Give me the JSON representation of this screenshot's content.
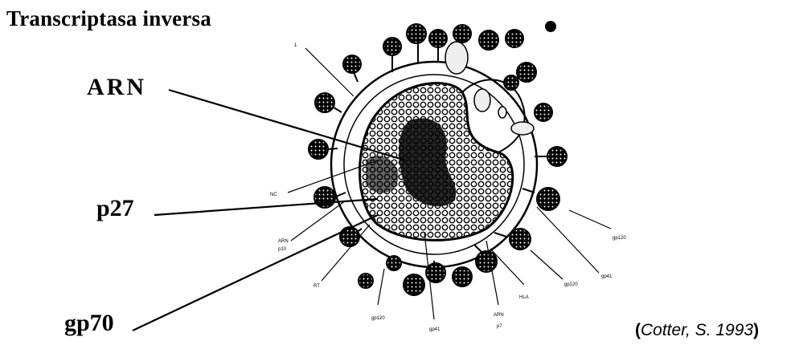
{
  "title": "Transcriptasa inversa",
  "labels": {
    "arn": "ARN",
    "p27": "p27",
    "gp70": "gp70"
  },
  "citation": {
    "open": "(",
    "reference": "Cotter, S. 1993",
    "close": ")"
  },
  "inner_labels": {
    "one": "1",
    "nc": "NC",
    "arn": "ARN",
    "p10": "p10",
    "rt": "RT",
    "gp120_left": "gp120",
    "gp41_bottom": "gp41",
    "arn_bottom": "ARN",
    "p7": "p7",
    "hla": "HLA",
    "gp120_right": "gp120",
    "gp41_right": "gp41",
    "gp120_far": "gp120"
  },
  "colors": {
    "ink": "#000000",
    "background": "#ffffff"
  }
}
